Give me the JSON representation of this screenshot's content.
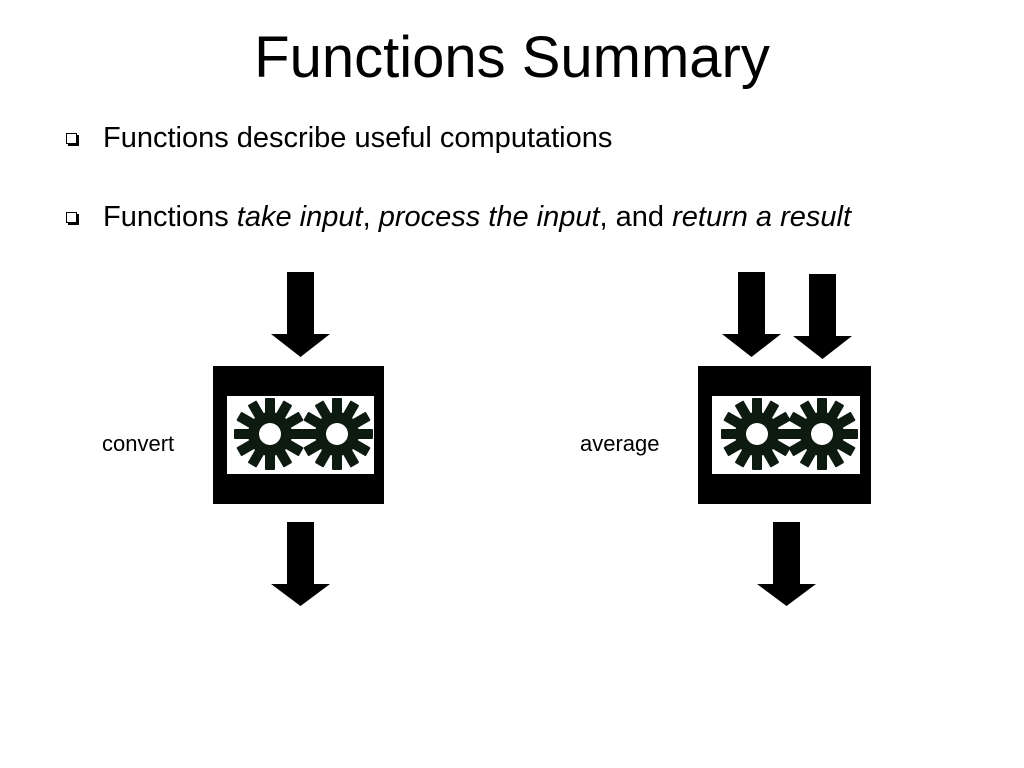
{
  "slide": {
    "title": "Functions Summary",
    "bullets": [
      {
        "text": "Functions describe useful computations"
      },
      {
        "parts": [
          {
            "text": "Functions ",
            "italic": false
          },
          {
            "text": "take input",
            "italic": true
          },
          {
            "text": ", ",
            "italic": false
          },
          {
            "text": "process the input",
            "italic": true
          },
          {
            "text": ", and ",
            "italic": false
          },
          {
            "text": "return a result",
            "italic": true
          }
        ]
      }
    ]
  },
  "machines": [
    {
      "label": "convert",
      "inputs": 1,
      "outputs": 1
    },
    {
      "label": "average",
      "inputs": 2,
      "outputs": 1
    }
  ],
  "colors": {
    "background": "#ffffff",
    "foreground": "#000000",
    "gear": "#0d1a10"
  },
  "icons": {
    "bullet": "hollow-square-bullet-icon",
    "arrow": "down-arrow-icon",
    "gear": "gear-icon"
  }
}
